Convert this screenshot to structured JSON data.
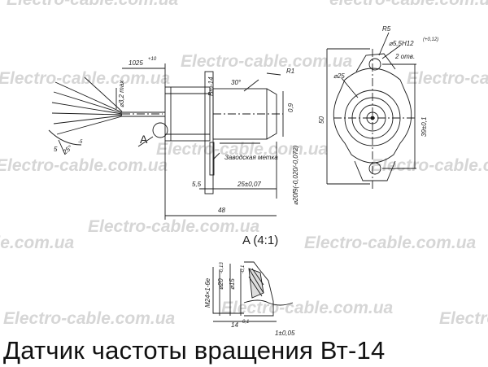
{
  "title": "Датчик частоты вращения Вт-14",
  "watermark": "Electro-cable.com.ua",
  "watermark_short": "electro-cable.com.ua",
  "labels": {
    "detail_a": "A",
    "detail_view": "A (4:1)",
    "model": "Вт-14",
    "hardened_note": "Заводская метка"
  },
  "dimensions": {
    "wire_len": "1025",
    "wire_len_tol": "+10",
    "diam_32": "⌀3,2 max",
    "angle_30": "30°",
    "radius_r1": "R1",
    "dim_09": "0,9",
    "angle_25": "25°",
    "tol_25": "-5",
    "dim_5": "5",
    "dim_55": "5,5",
    "dim_25": "25±0,07",
    "dim_48": "48",
    "thread": "⌀20f9(-0,020/-0,072)",
    "radius_r5": "R5",
    "hole": "⌀5,5H12",
    "hole_tol": "(+0,12)",
    "holes_count": "2 отв.",
    "diam_25": "⌀25",
    "dim_50": "50",
    "dim_39": "39±0,1",
    "m24": "M24×1-6e",
    "diam_20": "⌀20",
    "diam_20_tol": "-0,13",
    "diam_15": "⌀15",
    "diam_15_tol": "-0,1",
    "dim_14": "14",
    "dim_14_tol": "-0,1",
    "dim_1": "1±0,05"
  },
  "colors": {
    "line": "#1a1a1a",
    "watermark": "#d6d6d6",
    "background": "#ffffff"
  }
}
